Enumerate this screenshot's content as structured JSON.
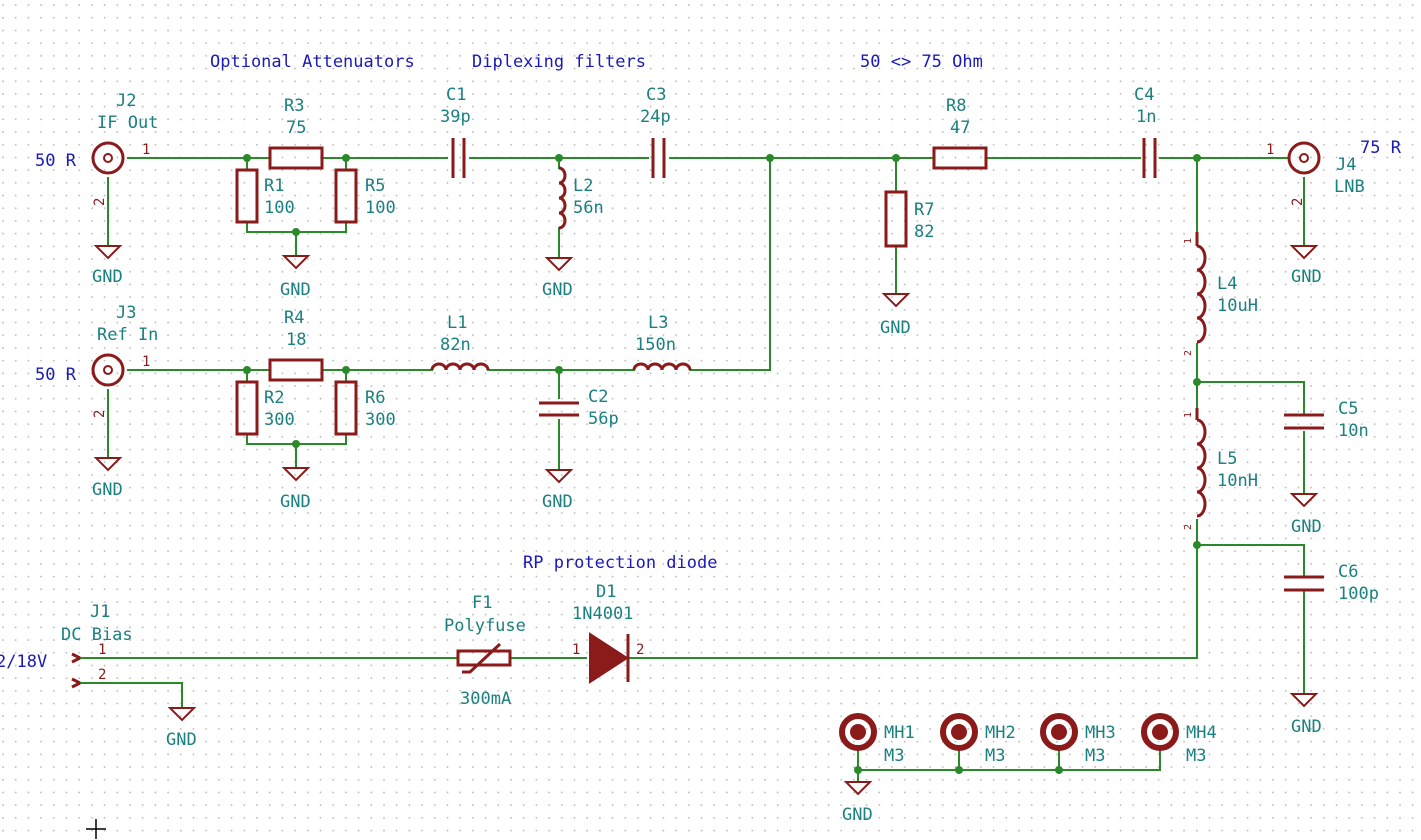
{
  "notes": {
    "attenuators": "Optional Attenuators",
    "diplexing": "Diplexing filters",
    "impedance": "50 <> 75 Ohm",
    "rp": "RP protection diode"
  },
  "ports": {
    "if_out_impedance": "50 R",
    "ref_in_impedance": "50 R",
    "lnb_impedance": "75 R",
    "dc_bias_voltage": "2/18V"
  },
  "gnd_label": "GND",
  "connectors": {
    "J1": {
      "ref": "J1",
      "value": "DC Bias",
      "pin1": "1",
      "pin2": "2"
    },
    "J2": {
      "ref": "J2",
      "value": "IF Out",
      "pin1": "1",
      "pin2": "2"
    },
    "J3": {
      "ref": "J3",
      "value": "Ref In",
      "pin1": "1",
      "pin2": "2"
    },
    "J4": {
      "ref": "J4",
      "value": "LNB",
      "pin1": "1",
      "pin2": "2"
    }
  },
  "resistors": {
    "R1": {
      "ref": "R1",
      "value": "100"
    },
    "R2": {
      "ref": "R2",
      "value": "300"
    },
    "R3": {
      "ref": "R3",
      "value": "75"
    },
    "R4": {
      "ref": "R4",
      "value": "18"
    },
    "R5": {
      "ref": "R5",
      "value": "100"
    },
    "R6": {
      "ref": "R6",
      "value": "300"
    },
    "R7": {
      "ref": "R7",
      "value": "82"
    },
    "R8": {
      "ref": "R8",
      "value": "47"
    }
  },
  "capacitors": {
    "C1": {
      "ref": "C1",
      "value": "39p"
    },
    "C2": {
      "ref": "C2",
      "value": "56p"
    },
    "C3": {
      "ref": "C3",
      "value": "24p"
    },
    "C4": {
      "ref": "C4",
      "value": "1n"
    },
    "C5": {
      "ref": "C5",
      "value": "10n"
    },
    "C6": {
      "ref": "C6",
      "value": "100p"
    }
  },
  "inductors": {
    "L1": {
      "ref": "L1",
      "value": "82n"
    },
    "L2": {
      "ref": "L2",
      "value": "56n"
    },
    "L3": {
      "ref": "L3",
      "value": "150n"
    },
    "L4": {
      "ref": "L4",
      "value": "10uH",
      "pin1": "1",
      "pin2": "2"
    },
    "L5": {
      "ref": "L5",
      "value": "10nH",
      "pin1": "1",
      "pin2": "2"
    }
  },
  "fuse": {
    "ref": "F1",
    "value": "Polyfuse",
    "rating": "300mA"
  },
  "diode": {
    "ref": "D1",
    "value": "1N4001",
    "pin1": "1",
    "pin2": "2"
  },
  "mounting_holes": [
    {
      "ref": "MH1",
      "value": "M3"
    },
    {
      "ref": "MH2",
      "value": "M3"
    },
    {
      "ref": "MH3",
      "value": "M3"
    },
    {
      "ref": "MH4",
      "value": "M3"
    }
  ],
  "colors": {
    "wire": "#2a8a2a",
    "component": "#8b1a1a",
    "label": "#1a8080",
    "note": "#1a1ab8",
    "grid_dot": "#b8b8b8"
  }
}
